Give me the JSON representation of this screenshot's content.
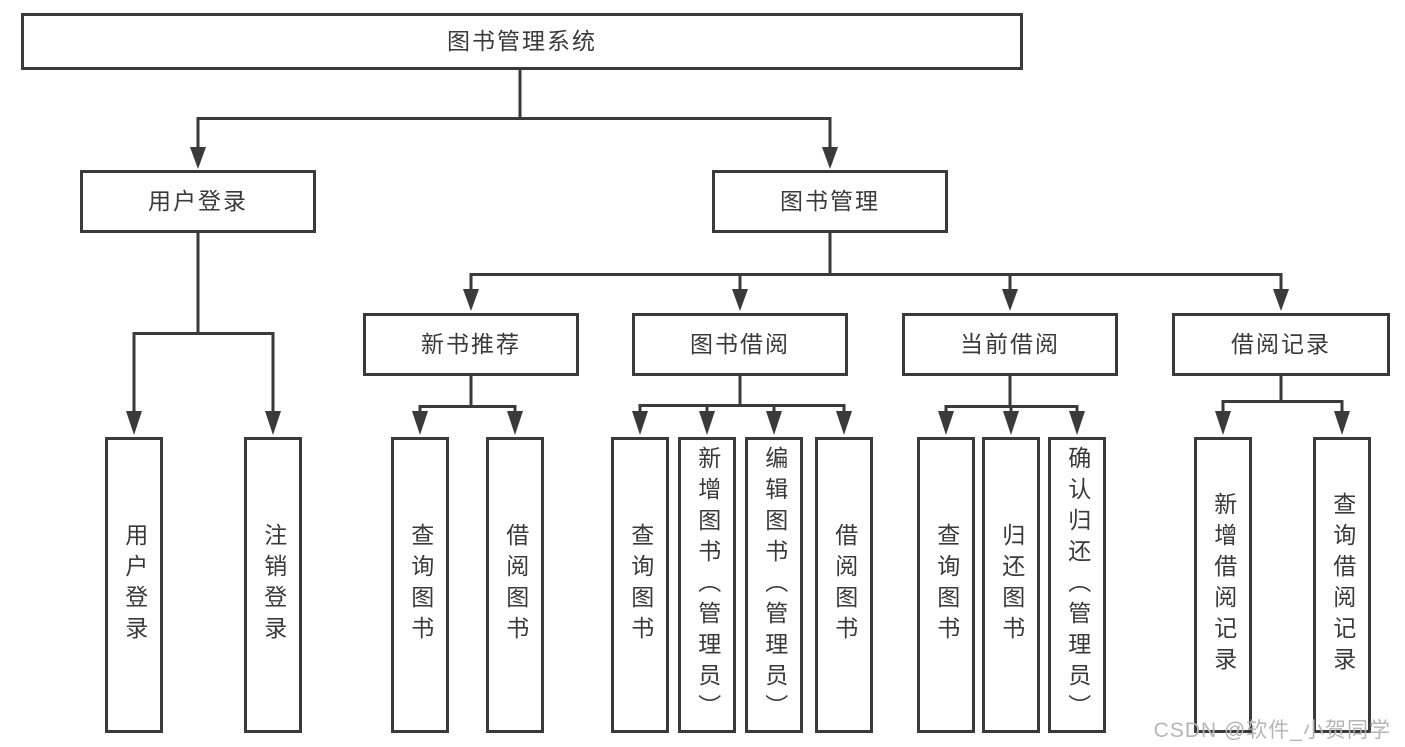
{
  "colors": {
    "line": "#3a3a3a",
    "text": "#3a3a3a",
    "box_background": "#ffffff",
    "page_background": "#ffffff",
    "watermark": "#b5b5b5"
  },
  "tree": {
    "root": {
      "label": "图书管理系统",
      "children": [
        {
          "label": "用户登录",
          "children": [
            {
              "label": "用户登录"
            },
            {
              "label": "注销登录"
            }
          ]
        },
        {
          "label": "图书管理",
          "children": [
            {
              "label": "新书推荐",
              "children": [
                {
                  "label": "查询图书"
                },
                {
                  "label": "借阅图书"
                }
              ]
            },
            {
              "label": "图书借阅",
              "children": [
                {
                  "label": "查询图书"
                },
                {
                  "label": "新增图书（管理员）"
                },
                {
                  "label": "编辑图书（管理员）"
                },
                {
                  "label": "借阅图书"
                }
              ]
            },
            {
              "label": "当前借阅",
              "children": [
                {
                  "label": "查询图书"
                },
                {
                  "label": "归还图书"
                },
                {
                  "label": "确认归还（管理员）"
                }
              ]
            },
            {
              "label": "借阅记录",
              "children": [
                {
                  "label": "新增借阅记录"
                },
                {
                  "label": "查询借阅记录"
                }
              ]
            }
          ]
        }
      ]
    }
  },
  "watermark": {
    "text": "CSDN @软件_小贺同学"
  }
}
